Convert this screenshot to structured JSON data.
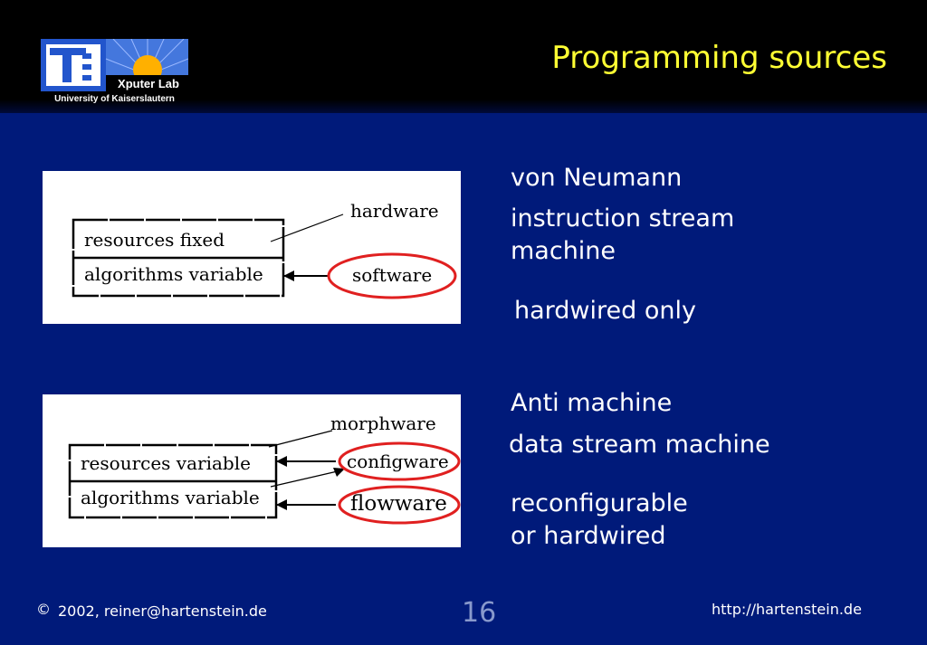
{
  "header": {
    "title": "Programming sources",
    "logo_text": "Xputer Lab",
    "logo_caption": "University of Kaiserslautern"
  },
  "diagram_top": {
    "rows": [
      "resources fixed",
      "algorithms variable"
    ],
    "hardware_label": "hardware",
    "software_label": "software"
  },
  "diagram_bottom": {
    "rows": [
      "resources variable",
      "algorithms variable"
    ],
    "morphware_label": "morphware",
    "configware_label": "configware",
    "flowware_label": "flowware"
  },
  "text_top": {
    "line1": "von Neumann",
    "line2": "instruction stream",
    "line3": "machine",
    "line4": "hardwired only"
  },
  "text_bottom": {
    "line1": "Anti machine",
    "line2": "data stream machine",
    "line3": "reconfigurable",
    "line4": "or hardwired"
  },
  "footer": {
    "copyright_symbol": "©",
    "copyright": "2002, reiner@hartenstein.de",
    "page_number": "16",
    "url": "http://hartenstein.de"
  },
  "colors": {
    "background": "#001a7a",
    "title": "#ffff33",
    "highlight_circle": "#e02020",
    "page_number": "#8899cc"
  }
}
